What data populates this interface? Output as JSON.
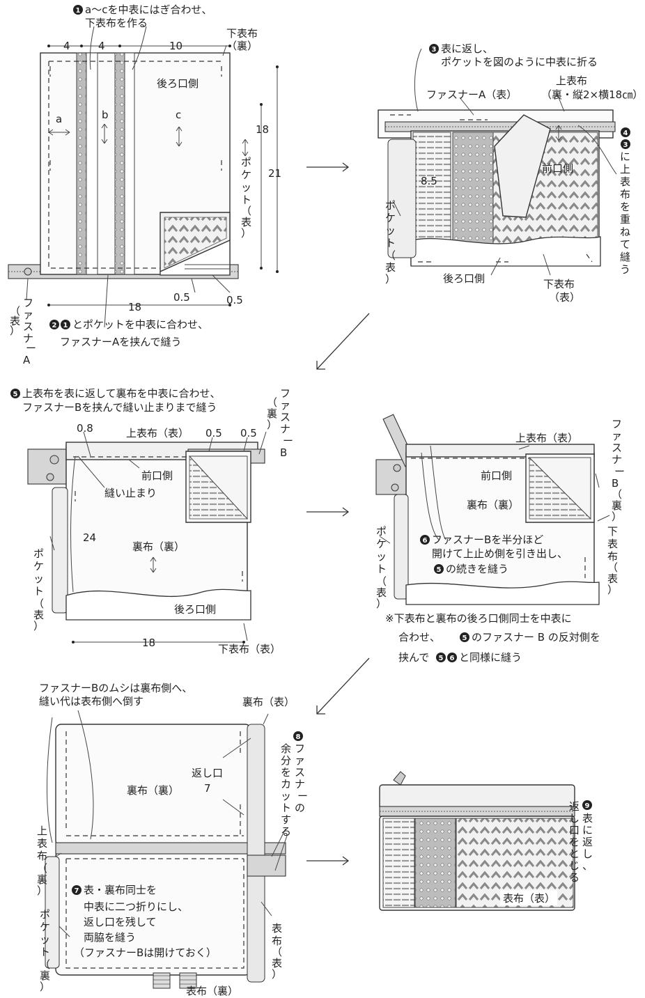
{
  "step1": {
    "note": [
      "a〜cを中表にはぎ合わせ、",
      "下表布を作る"
    ],
    "dims": {
      "d4a": "4",
      "d4b": "4",
      "d10": "10",
      "d18": "18",
      "d21": "21",
      "d18b": "18",
      "d05a": "0.5",
      "d05b": "0.5"
    },
    "labels": {
      "shita_ura": [
        "下表布",
        "（裏）"
      ],
      "ushiro": "後ろ口側",
      "a": "a",
      "b": "b",
      "c": "c",
      "pocket": [
        "ポ",
        "ケ",
        "ッ",
        "ト",
        "（",
        "表",
        "）"
      ],
      "zipper": [
        "（",
        "表",
        "）",
        "フ",
        "ァ",
        "ス",
        "ナ",
        "ー",
        "A"
      ]
    }
  },
  "step2": {
    "note": [
      "とポケットを中表に合わせ、",
      "ファスナーAを挟んで縫う"
    ]
  },
  "step3": {
    "note": [
      "表に返し、",
      "ポケットを図のように中表に折る"
    ],
    "labels": {
      "zipA": "ファスナーA（表）",
      "ue": [
        "上表布",
        "（裏・縦2×横18㎝）"
      ],
      "d85": "8.5",
      "mae": "前口側",
      "ushiro": "後ろ口側",
      "shita": [
        "下表布",
        "（表）"
      ],
      "pocket": [
        "ポ",
        "ケ",
        "ッ",
        "ト",
        "（",
        "表",
        "）"
      ]
    }
  },
  "step4": {
    "note": [
      "に",
      "上",
      "表",
      "布",
      "を",
      "重",
      "ね",
      "て",
      "縫",
      "う"
    ]
  },
  "step5": {
    "note": [
      "上表布を表に返して裏布を中表に合わせ、",
      "ファスナーBを挟んで縫い止まりまで縫う"
    ],
    "labels": {
      "d08": "0.8",
      "ue": "上表布（表）",
      "d05a": "0.5",
      "d05b": "0.5",
      "zipB": [
        "フ",
        "ァ",
        "ス",
        "ナ",
        "ー",
        "B",
        "（",
        "裏",
        "）"
      ],
      "mae": "前口側",
      "nuidome": "縫い止まり",
      "d24": "24",
      "ura": "裏布（裏）",
      "ushiro": "後ろ口側",
      "d18": "18",
      "shita": "下表布（表）",
      "pocket": [
        "ポ",
        "ケ",
        "ッ",
        "ト",
        "（",
        "表",
        "）"
      ]
    }
  },
  "step6": {
    "note": [
      "ファスナーBを半分ほど",
      "開けて上止め側を引き出し、",
      "の続きを縫う"
    ],
    "labels": {
      "ue": "上表布（表）",
      "zipB": [
        "フ",
        "ァ",
        "ス",
        "ナ",
        "ー",
        "B",
        "（",
        "裏",
        "）"
      ],
      "mae": "前口側",
      "ura": "裏布（裏）",
      "shita": [
        "下",
        "表",
        "布",
        "（",
        "表",
        "）"
      ],
      "pocket": [
        "ポ",
        "ケ",
        "ッ",
        "ト",
        "（",
        "表",
        "）"
      ]
    },
    "footnote": [
      "※下表布と裏布の後ろ口側同士を中表に",
      "合わせ、",
      "のファスナー B の反対側を",
      "挟んで",
      "と同様に縫う"
    ]
  },
  "step7": {
    "top_note": [
      "ファスナーBのムシは裏布側へ、",
      "縫い代は表布側へ倒す"
    ],
    "labels": {
      "ura_omote": "裏布（表）",
      "kaeshi": [
        "返し口",
        "7"
      ],
      "ura_ura": "裏布（裏）",
      "ue": [
        "上",
        "表",
        "布",
        "（",
        "裏",
        "）"
      ],
      "pocket": [
        "ポ",
        "ケ",
        "ッ",
        "ト",
        "（",
        "裏",
        "）"
      ],
      "omote_omote": [
        "表",
        "布",
        "（",
        "表",
        "）"
      ],
      "omote_ura": "表布（裏）"
    },
    "note": [
      "表・裏布同士を",
      "中表に二つ折りにし、",
      "返し口を残して",
      "両脇を縫う",
      "（ファスナーBは開けておく）"
    ]
  },
  "step8": {
    "note": [
      "フ",
      "ァ",
      "ス",
      "ナ",
      "ー",
      "の",
      "余",
      "分",
      "を",
      "カ",
      "ッ",
      "ト",
      "す",
      "る"
    ]
  },
  "step9": {
    "note": [
      [
        "表",
        "に",
        "返",
        "し",
        "、"
      ],
      [
        "返",
        "し",
        "口",
        "を",
        "と",
        "じ",
        "る"
      ]
    ],
    "label": "表布（表）"
  },
  "step_numbers": [
    "1",
    "2",
    "3",
    "4",
    "5",
    "6",
    "7",
    "8",
    "9"
  ]
}
